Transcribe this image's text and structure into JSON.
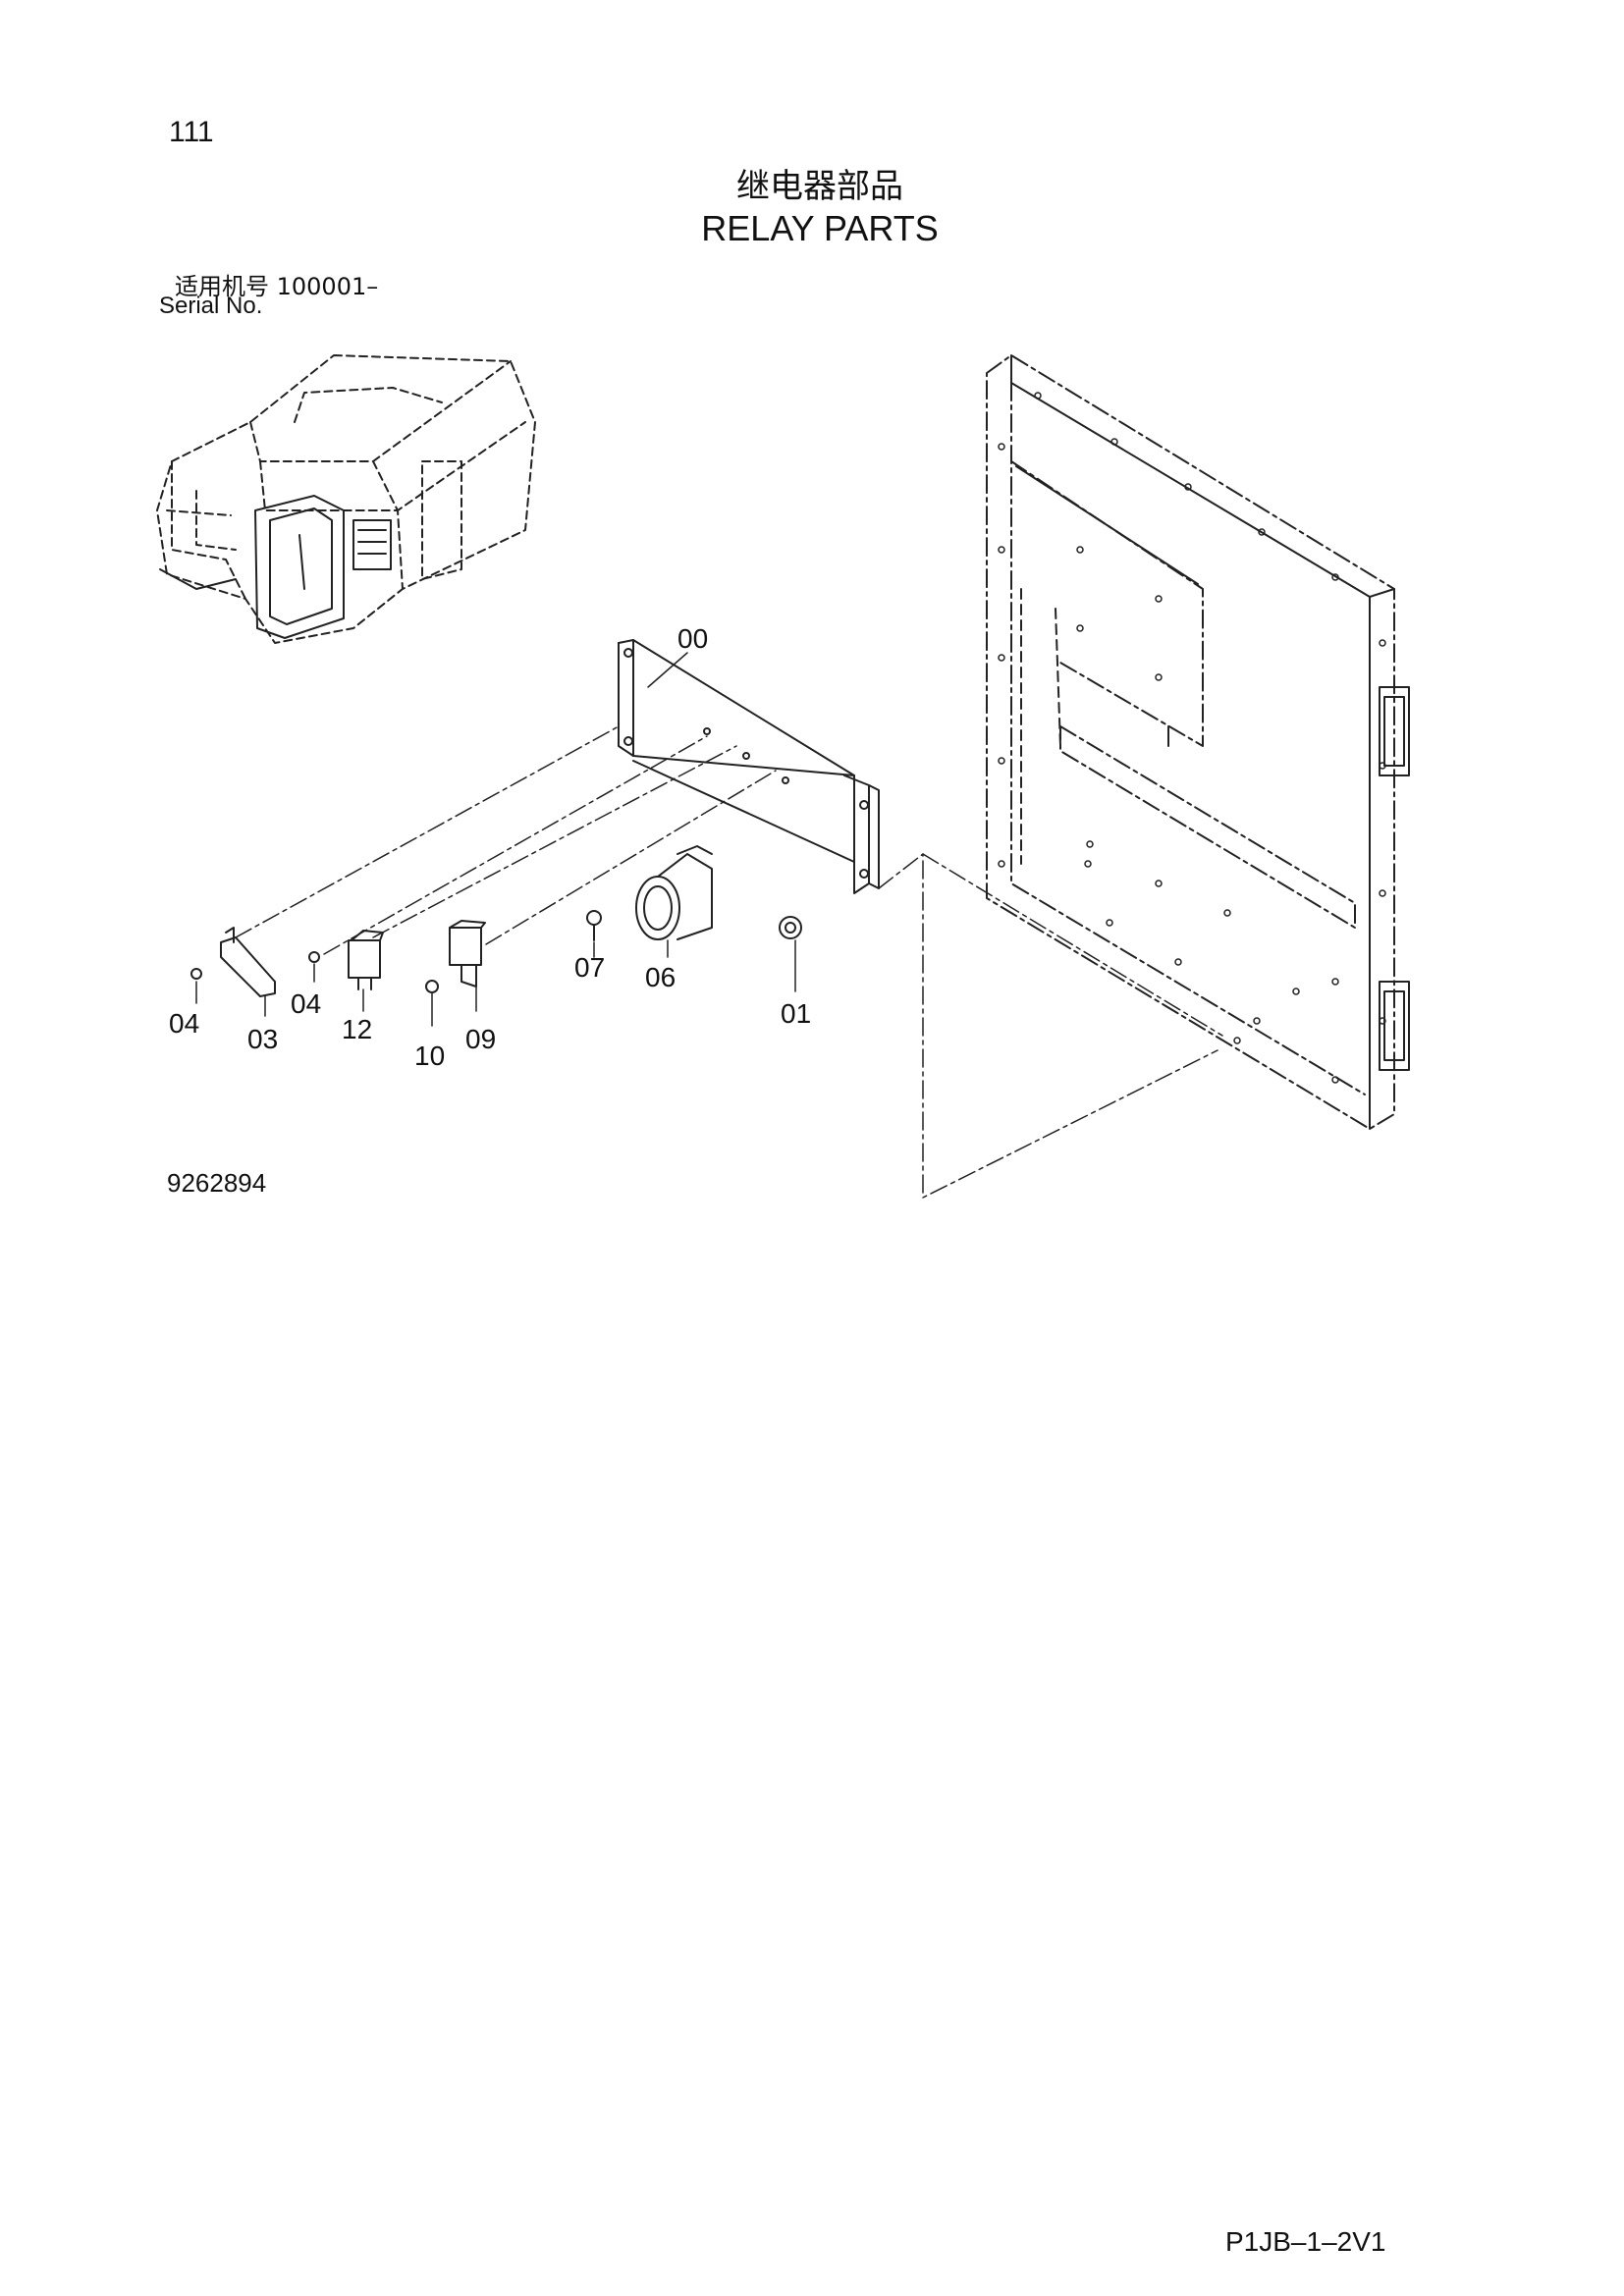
{
  "header": {
    "page_number": "111",
    "title_cn": "继电器部品",
    "title_en": "RELAY PARTS",
    "serial_cn": "适用机号  100001–",
    "serial_en": "Serial No."
  },
  "drawing_number": "9262894",
  "page_code": "P1JB–1–2V1",
  "parts": [
    {
      "id": "00",
      "label": "00"
    },
    {
      "id": "01",
      "label": "01"
    },
    {
      "id": "03",
      "label": "03"
    },
    {
      "id": "04a",
      "label": "04"
    },
    {
      "id": "04b",
      "label": "04"
    },
    {
      "id": "06",
      "label": "06"
    },
    {
      "id": "07",
      "label": "07"
    },
    {
      "id": "09",
      "label": "09"
    },
    {
      "id": "10",
      "label": "10"
    },
    {
      "id": "12",
      "label": "12"
    }
  ]
}
